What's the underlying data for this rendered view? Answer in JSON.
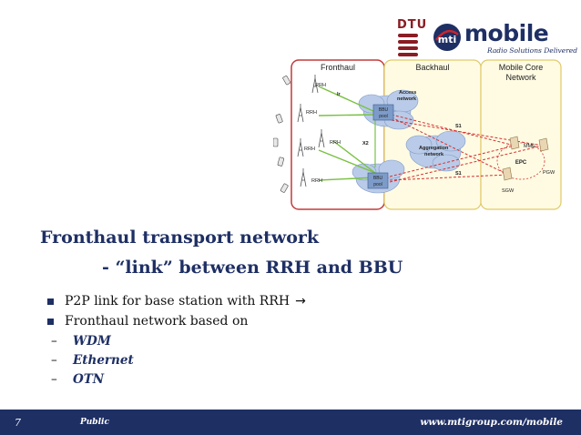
{
  "logos": {
    "dtu_text": "DTU",
    "mobile_word": "mobile",
    "mti_text": "mti",
    "tagline": "Radio Solutions Delivered"
  },
  "diagram": {
    "regions": {
      "fronthaul": "Fronthaul",
      "backhaul": "Backhaul",
      "core_line1": "Mobile Core",
      "core_line2": "Network"
    },
    "rrh_label": "RRH",
    "ir_label": "Ir",
    "x2_label": "X2",
    "s1_label": "S1",
    "access_network_line1": "Access",
    "access_network_line2": "network",
    "bbu_line1": "BBU",
    "bbu_line2": "pool",
    "aggregation_line1": "Aggregation",
    "aggregation_line2": "network",
    "mme_label": "MME",
    "epc_label": "EPC",
    "pgw_label": "PGW",
    "sgw_label": "SGW"
  },
  "content": {
    "title": "Fronthaul transport network",
    "subtitle": "- “link” between RRH and BBU",
    "bullets": [
      "P2P link for base station with RRH",
      "Fronthaul network based on"
    ],
    "arrow_glyph": "→",
    "sub_dash": "–",
    "sub_items": [
      "WDM",
      "Ethernet",
      "OTN"
    ]
  },
  "footer": {
    "page_number": "7",
    "classification": "Public",
    "url": "www.mtigroup.com/mobile"
  }
}
